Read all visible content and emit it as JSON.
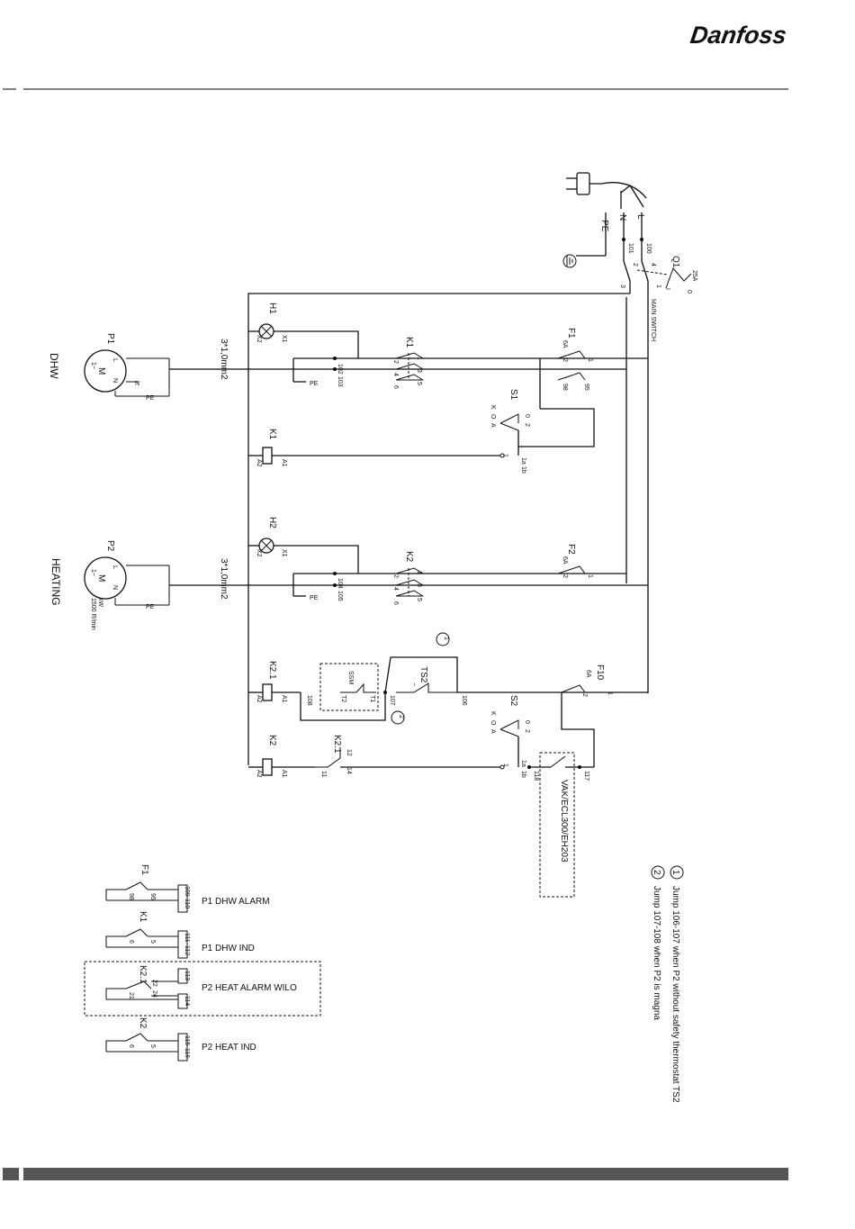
{
  "header": {
    "brand": "Danfoss",
    "brand_color": "#cc1b1b"
  },
  "footer": {
    "bar_color": "#555555"
  },
  "supply": {
    "plug_icon": "power-plug-icon",
    "labels": {
      "pe": "PE",
      "n": "N",
      "l": "L"
    },
    "wire_numbers": {
      "n": "101",
      "l": "100"
    },
    "main_switch": {
      "name": "Q1",
      "rating": "25A",
      "label": "MAIN SWITCH",
      "terminals": [
        "1",
        "2",
        "3",
        "4"
      ],
      "pos_on": "I",
      "pos_off": "0"
    }
  },
  "dhw": {
    "label": "DHW",
    "pump": {
      "name": "P1",
      "letter": "M",
      "terms": [
        "L",
        "N",
        "1"
      ],
      "phase": "1~"
    },
    "cable": "3*1,0mm2",
    "terms": {
      "n": "N",
      "pe": "PE",
      "pe2": "PE",
      "nums": [
        "102",
        "103"
      ]
    },
    "lamp": {
      "name": "H1",
      "terms": [
        "X1",
        "X2"
      ]
    },
    "contactor": {
      "name": "K1",
      "contacts": [
        "1",
        "2",
        "3",
        "4",
        "5",
        "6"
      ]
    },
    "fuse": {
      "name": "F1",
      "rating": "6A",
      "terms": [
        "1",
        "2"
      ],
      "aux": [
        "95",
        "98"
      ]
    },
    "selector": {
      "name": "S1",
      "positions": [
        "K",
        "O",
        "A"
      ],
      "terms": [
        "0",
        "1",
        "2",
        "1a",
        "1b"
      ]
    },
    "coil": {
      "name": "K1",
      "terms": [
        "A1",
        "A2"
      ]
    }
  },
  "heating": {
    "label": "HEATING",
    "pump": {
      "name": "P2",
      "letter": "M",
      "terms": [
        "L",
        "N",
        "1"
      ],
      "phase": "1~",
      "kw": "kW",
      "speed": "1500 R/min"
    },
    "cable": "3*1,0mm2",
    "terms": {
      "pe": "PE",
      "pe2": "PE",
      "nums": [
        "104",
        "105"
      ]
    },
    "lamp": {
      "name": "H2",
      "terms": [
        "X1",
        "X2"
      ]
    },
    "contactor": {
      "name": "K2",
      "contacts": [
        "1",
        "2",
        "3",
        "4",
        "5",
        "6"
      ]
    },
    "fuse": {
      "name": "F2",
      "rating": "6A",
      "terms": [
        "1",
        "2"
      ]
    }
  },
  "control": {
    "relay": {
      "name": "K2.1",
      "terms": [
        "A1",
        "A2"
      ]
    },
    "ssm": {
      "label": "SSM",
      "terms": [
        "T1",
        "T2"
      ]
    },
    "thermostat": {
      "name": "TS2",
      "minus": "−"
    },
    "wires": [
      "106",
      "107",
      "108"
    ],
    "fuse": {
      "name": "F10",
      "rating": "6A",
      "terms": [
        "1",
        "2"
      ]
    },
    "selector": {
      "name": "S2",
      "positions": [
        "K",
        "O",
        "A"
      ],
      "terms": [
        "0",
        "1",
        "2",
        "1a",
        "1b"
      ]
    },
    "coil2": {
      "name": "K2",
      "terms": [
        "A1",
        "A2"
      ]
    },
    "interlock": {
      "name": "K2.1",
      "terms": [
        "11",
        "12",
        "14"
      ]
    },
    "vak": {
      "label": "VAK/ECL300/EH203",
      "terms": [
        "117",
        "118"
      ]
    },
    "circle_marks": [
      "1",
      "2"
    ]
  },
  "signals": [
    {
      "device": "F1",
      "label": "P1 DHW ALARM",
      "contacts": [
        "98",
        "95"
      ],
      "terms": [
        "109",
        "110"
      ]
    },
    {
      "device": "K1",
      "label": "P1 DHW IND",
      "contacts": [
        "6",
        "5"
      ],
      "terms": [
        "111",
        "112"
      ]
    },
    {
      "device": "K2.1",
      "label": "P2 HEAT ALARM WILO",
      "contacts": [
        "21",
        "22",
        "24"
      ],
      "terms": [
        "113",
        "114"
      ]
    },
    {
      "device": "K2",
      "label": "P2 HEAT IND",
      "contacts": [
        "6",
        "5"
      ],
      "terms": [
        "115",
        "116"
      ]
    }
  ],
  "notes": [
    {
      "mark": "1",
      "text": "Jump 106-107 when P2 without safety thermostat TS2"
    },
    {
      "mark": "2",
      "text": "Jump 107-108 when P2 is magna"
    }
  ]
}
